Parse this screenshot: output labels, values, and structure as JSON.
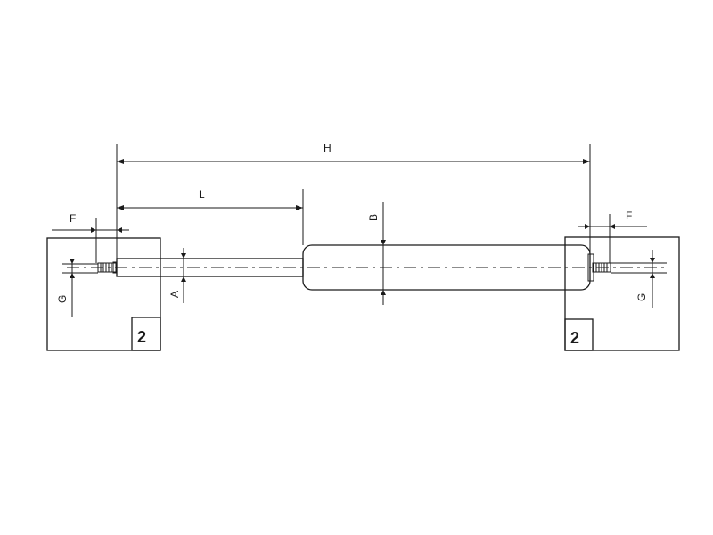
{
  "diagram": {
    "type": "gas spring dimension drawing",
    "dimensions": {
      "H": "H",
      "L": "L",
      "A": "A",
      "B": "B",
      "F_left": "F",
      "F_right": "F",
      "G_left": "G",
      "G_right": "G"
    },
    "end_fittings": {
      "left_label": "2",
      "right_label": "2"
    }
  },
  "colors": {
    "line": "#1a1a1a",
    "background": "#ffffff"
  }
}
